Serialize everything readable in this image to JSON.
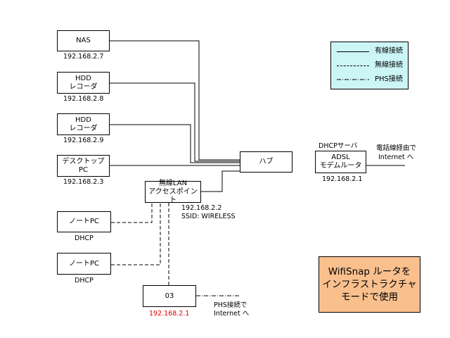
{
  "devices": {
    "nas": {
      "label": "NAS",
      "ip": "192.168.2.7"
    },
    "hdd1": {
      "line1": "HDD",
      "line2": "レコーダ",
      "ip": "192.168.2.8"
    },
    "hdd2": {
      "line1": "HDD",
      "line2": "レコーダ",
      "ip": "192.168.2.9"
    },
    "desktop": {
      "line1": "デスクトップ",
      "line2": "PC",
      "ip": "192.168.2.3"
    },
    "hub": {
      "label": "ハブ"
    },
    "wlan_ap": {
      "line1": "無線LAN",
      "line2": "アクセスポイント",
      "ip": "192.168.2.2",
      "ssid": "SSID: WIRELESS"
    },
    "note_pc1": {
      "label": "ノートPC",
      "ip": "DHCP"
    },
    "note_pc2": {
      "label": "ノートPC",
      "ip": "DHCP"
    },
    "o3": {
      "label": "03",
      "ip": "192.168.2.1",
      "ip_color": "#e00000",
      "link_line1": "PHS接続で",
      "link_line2": "Internet へ"
    },
    "adsl": {
      "caption": "DHCPサーバ",
      "line1": "ADSL",
      "line2": "モデムルータ",
      "ip": "192.168.2.1",
      "link_line1": "電話線経由で",
      "link_line2": "Internet へ"
    }
  },
  "legend": {
    "wired": "有線接続",
    "wireless": "無線接続",
    "phs": "PHS接続",
    "background": "#ccf5f6"
  },
  "note": {
    "line1": "WifiSnap ルータを",
    "line2": "インフラストラクチャ",
    "line3": "モードで使用",
    "background": "#f9c08e"
  }
}
